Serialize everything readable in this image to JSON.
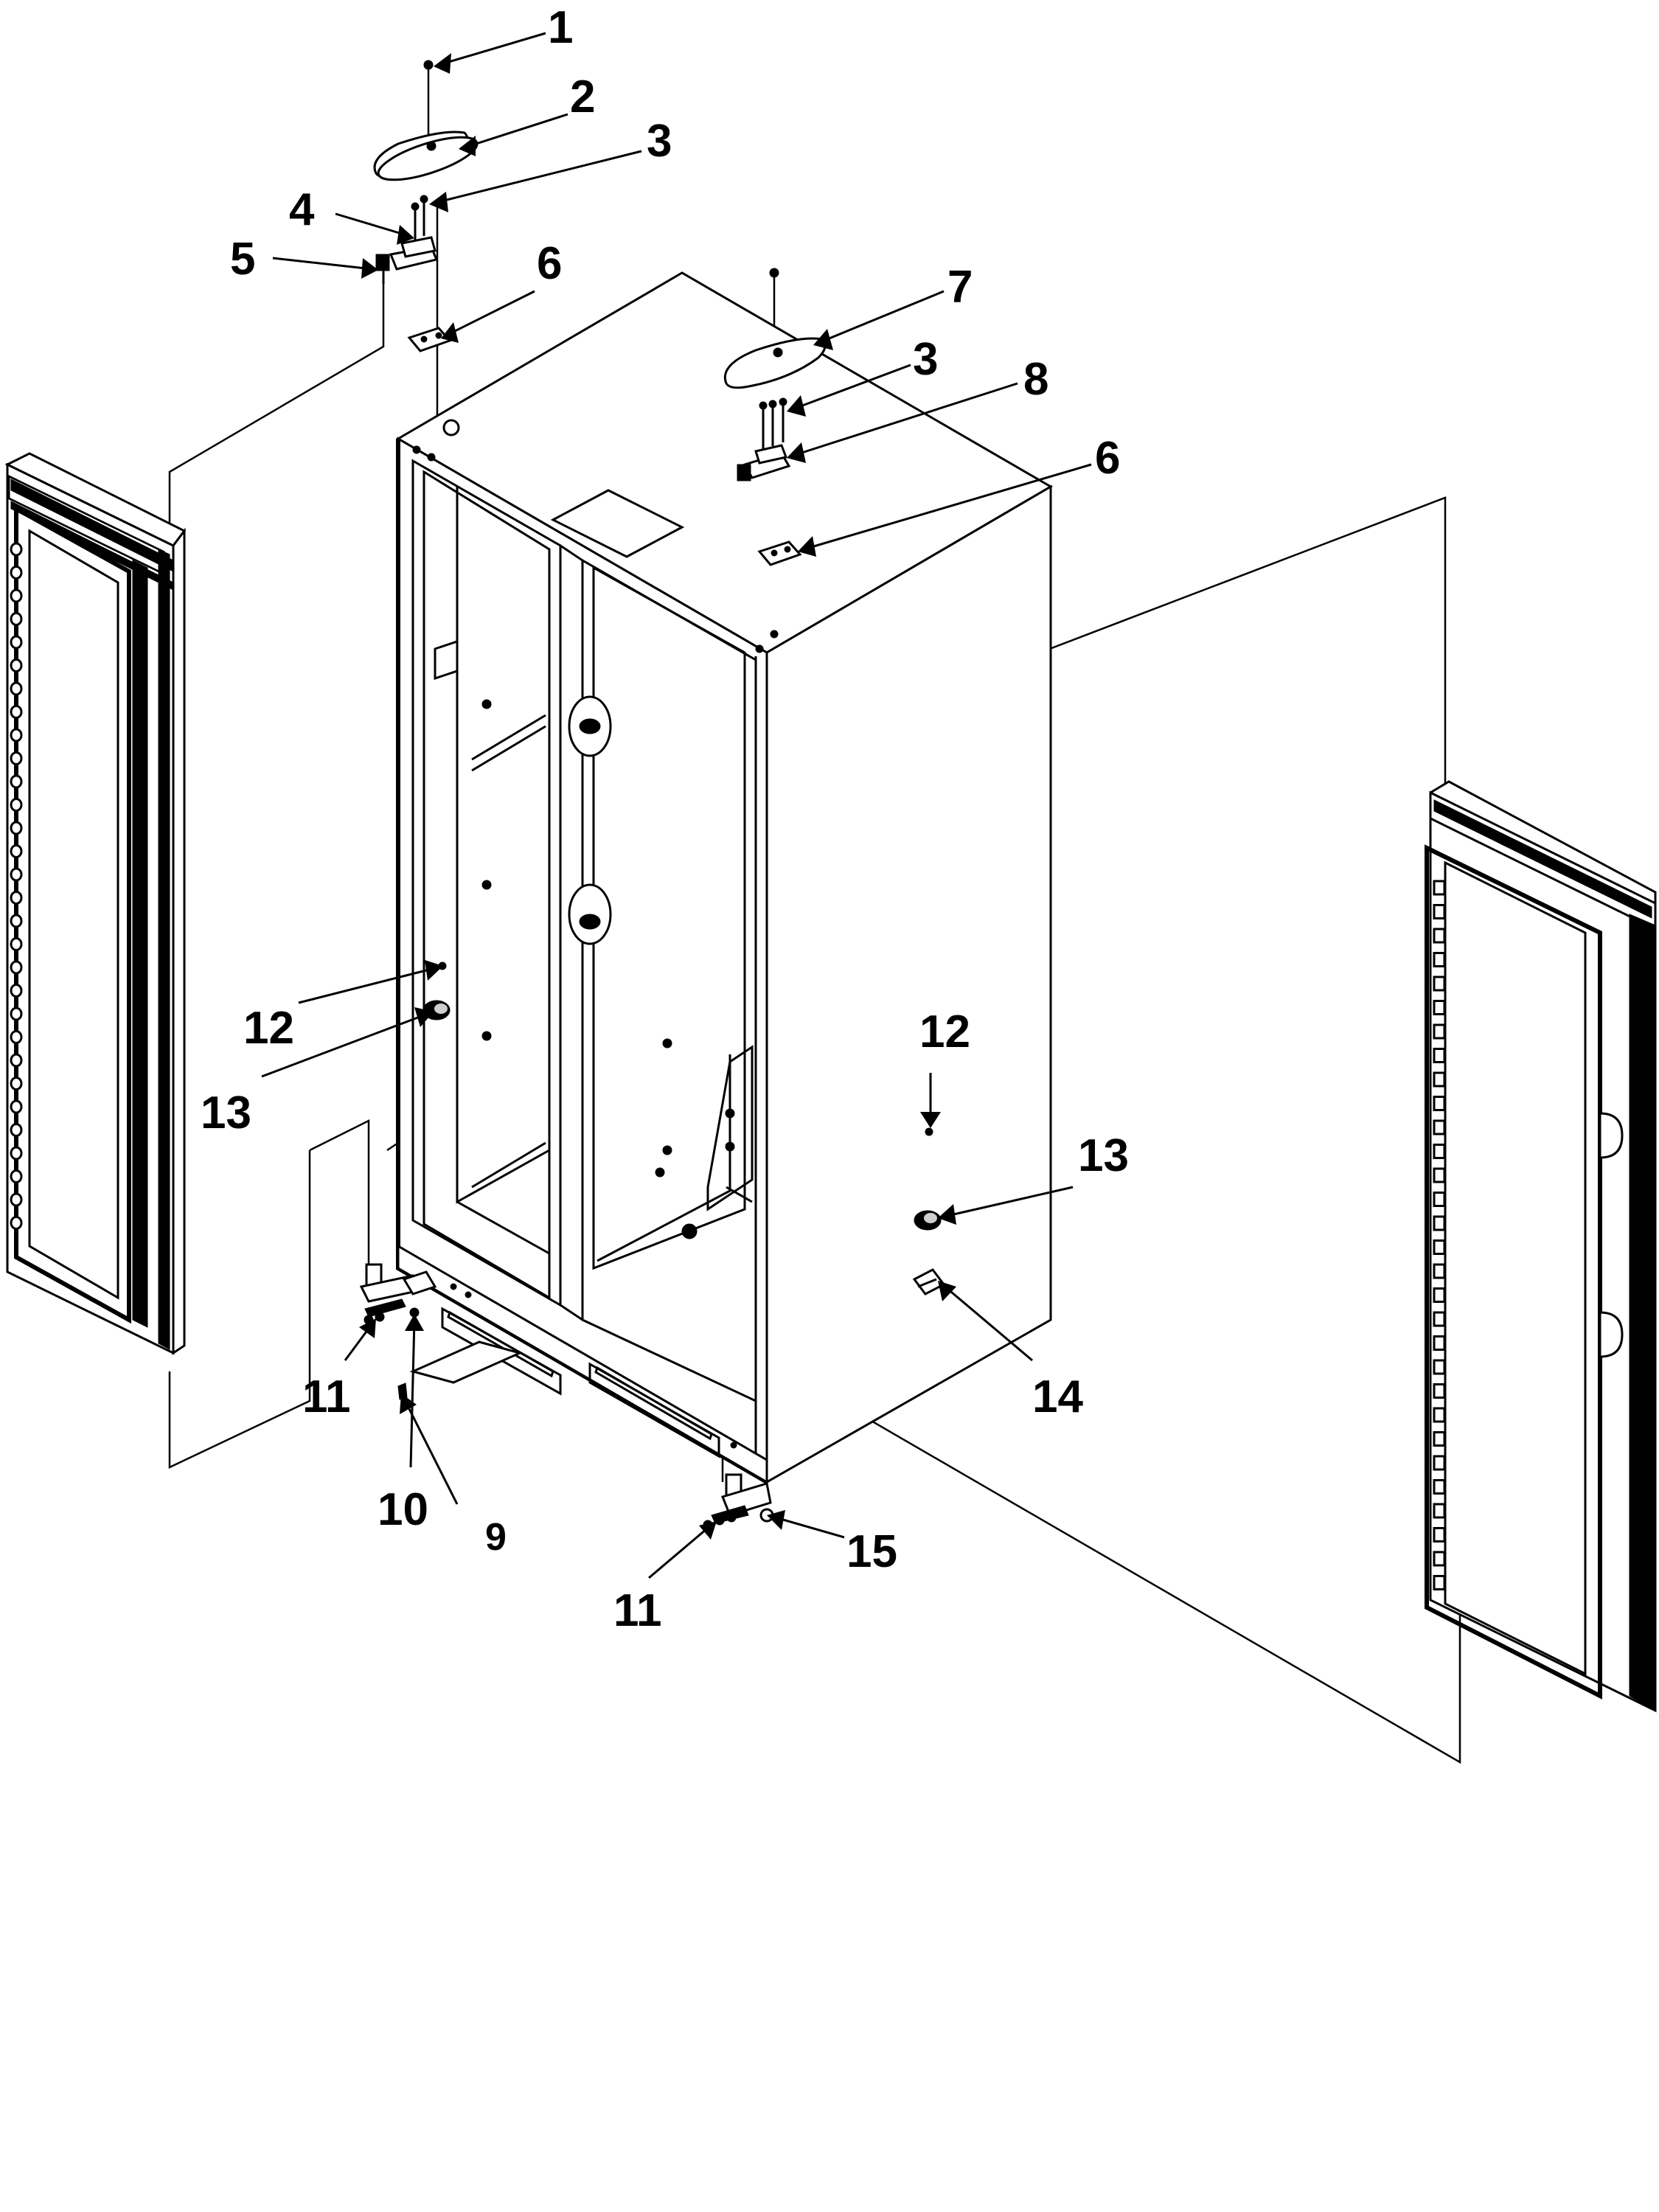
{
  "diagram": {
    "callouts": [
      {
        "id": "c1",
        "label": "1"
      },
      {
        "id": "c2",
        "label": "2"
      },
      {
        "id": "c3a",
        "label": "3"
      },
      {
        "id": "c4",
        "label": "4"
      },
      {
        "id": "c5",
        "label": "5"
      },
      {
        "id": "c6a",
        "label": "6"
      },
      {
        "id": "c7",
        "label": "7"
      },
      {
        "id": "c3b",
        "label": "3"
      },
      {
        "id": "c8",
        "label": "8"
      },
      {
        "id": "c6b",
        "label": "6"
      },
      {
        "id": "c12a",
        "label": "12"
      },
      {
        "id": "c13a",
        "label": "13"
      },
      {
        "id": "c12b",
        "label": "12"
      },
      {
        "id": "c13b",
        "label": "13"
      },
      {
        "id": "c14",
        "label": "14"
      },
      {
        "id": "c11a",
        "label": "11"
      },
      {
        "id": "c10",
        "label": "10"
      },
      {
        "id": "c9",
        "label": "9"
      },
      {
        "id": "c11b",
        "label": "11"
      },
      {
        "id": "c15",
        "label": "15"
      }
    ]
  }
}
